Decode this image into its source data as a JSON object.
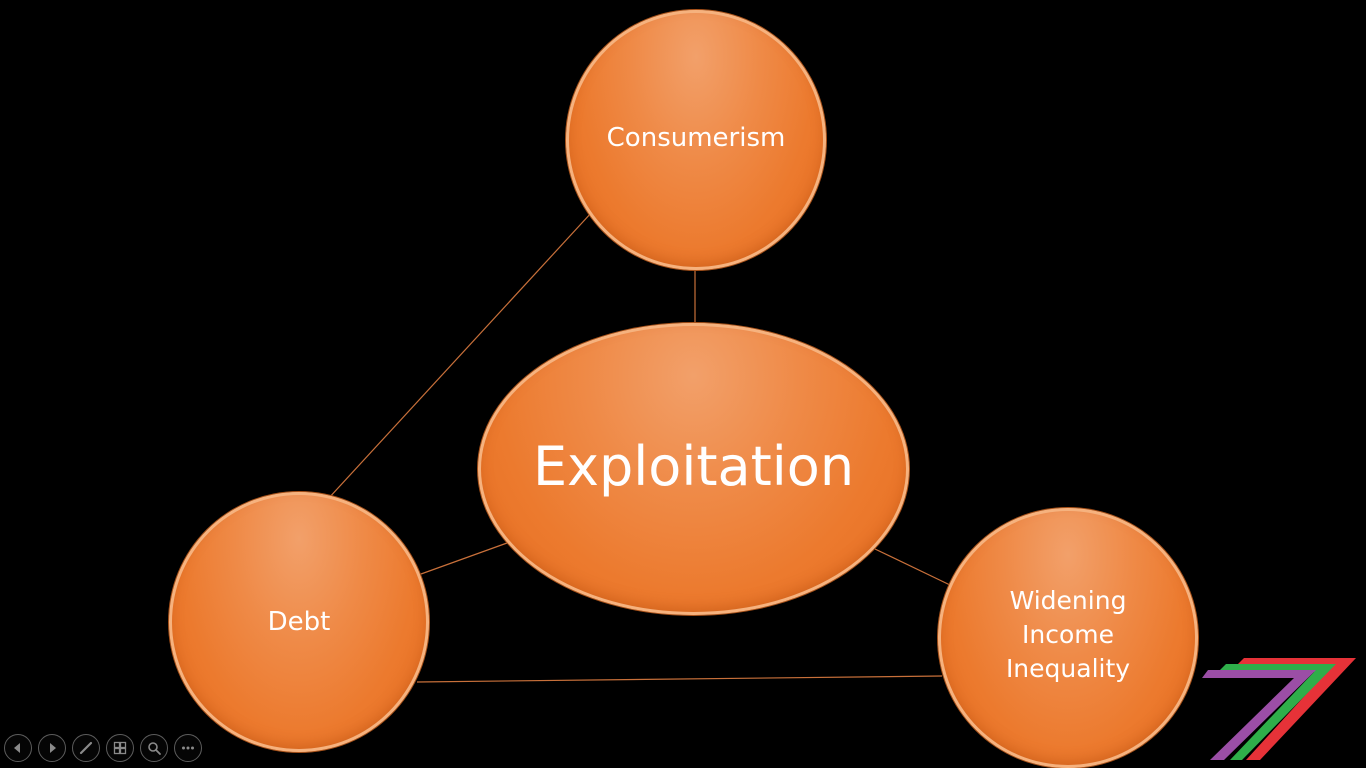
{
  "diagram": {
    "center": {
      "label": "Exploitation"
    },
    "nodes": {
      "consumerism": {
        "label": "Consumerism"
      },
      "debt": {
        "label": "Debt"
      },
      "inequality": {
        "label": "Widening\nIncome\nInequality"
      }
    }
  },
  "colors": {
    "background": "#000000",
    "node_fill": "#ec7a2e",
    "node_highlight": "#f2a06a",
    "connector": "#c8703a",
    "label_text": "#ffffff",
    "logo_red": "#e63238",
    "logo_green": "#2fae4a",
    "logo_purple": "#9b4ea6"
  },
  "slideshow_controls": {
    "buttons": [
      {
        "name": "previous-slide",
        "icon": "chevron-left-icon"
      },
      {
        "name": "next-slide",
        "icon": "chevron-right-icon"
      },
      {
        "name": "pen-tool",
        "icon": "pen-icon"
      },
      {
        "name": "see-all-slides",
        "icon": "grid-icon"
      },
      {
        "name": "zoom",
        "icon": "magnifier-icon"
      },
      {
        "name": "more-options",
        "icon": "more-icon"
      }
    ]
  }
}
